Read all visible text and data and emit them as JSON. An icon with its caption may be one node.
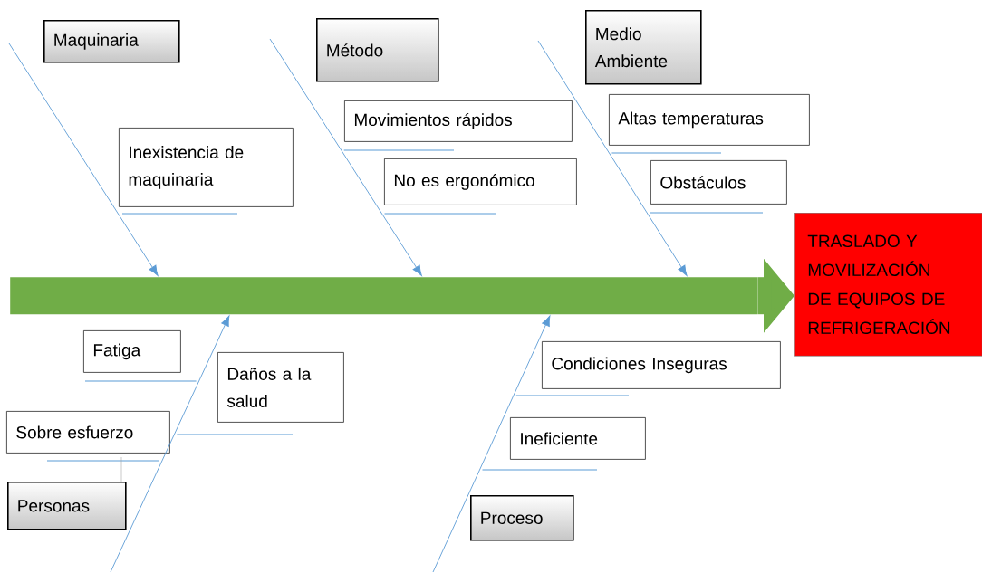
{
  "diagram": {
    "nodes": [
      {
        "text": [
          "Maquinaria"
        ]
      },
      {
        "text": [
          "Método"
        ]
      },
      {
        "text": [
          "Medio Ambiente"
        ]
      },
      {
        "text": [
          "Movimientos rápidos"
        ]
      },
      {
        "text": [
          "Altas temperaturas"
        ]
      },
      {
        "text": [
          "Inexistencia de maquinaria"
        ]
      },
      {
        "text": [
          "No es ergonómico"
        ]
      },
      {
        "text": [
          "Obstáculos"
        ]
      },
      {
        "text": [
          "TRASLADO Y MOVILIZACIÓN DE EQUIPOS DE REFRIGERACIÓN"
        ]
      },
      {
        "text": [],
        "shape": "bar"
      },
      {
        "text": [
          "Fatiga"
        ]
      },
      {
        "text": [
          "Condiciones Inseguras"
        ]
      },
      {
        "text": [
          "Daños a la salud"
        ]
      },
      {
        "text": [
          "Sobre esfuerzo"
        ]
      },
      {
        "text": [
          "Ineficiente"
        ]
      },
      {
        "text": [
          "Personas"
        ]
      },
      {
        "text": [
          "Proceso"
        ]
      }
    ],
    "edges": [
      {
        "from": null,
        "to": 9,
        "arrow": "to"
      },
      {
        "from": null,
        "to": 9,
        "arrow": "to"
      },
      {
        "from": null,
        "to": 9,
        "arrow": "to"
      },
      {
        "from": null,
        "to": 9,
        "arrow": "to"
      },
      {
        "from": null,
        "to": 9,
        "arrow": "to"
      },
      {
        "from": 9,
        "to": 8,
        "arrow": "to",
        "style": "thick",
        "color": "#70ad47"
      }
    ]
  }
}
